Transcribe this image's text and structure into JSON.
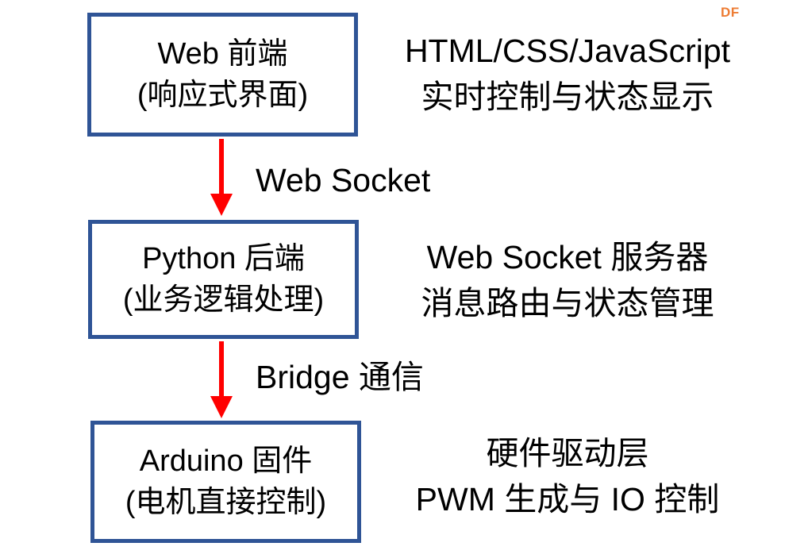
{
  "watermark": "DF",
  "colors": {
    "box_border": "#2F5496",
    "arrow": "#FF0000",
    "watermark": "#ED7C34",
    "text": "#000000",
    "background": "#FFFFFF"
  },
  "flow": {
    "nodes": [
      {
        "title": "Web 前端",
        "subtitle": "(响应式界面)",
        "desc_line1": "HTML/CSS/JavaScript",
        "desc_line2": "实时控制与状态显示"
      },
      {
        "title": "Python 后端",
        "subtitle": "(业务逻辑处理)",
        "desc_line1": "Web Socket 服务器",
        "desc_line2": "消息路由与状态管理"
      },
      {
        "title": "Arduino 固件",
        "subtitle": "(电机直接控制)",
        "desc_line1": "硬件驱动层",
        "desc_line2": "PWM 生成与 IO 控制"
      }
    ],
    "connectors": [
      {
        "label": "Web Socket"
      },
      {
        "label": "Bridge 通信"
      }
    ]
  }
}
